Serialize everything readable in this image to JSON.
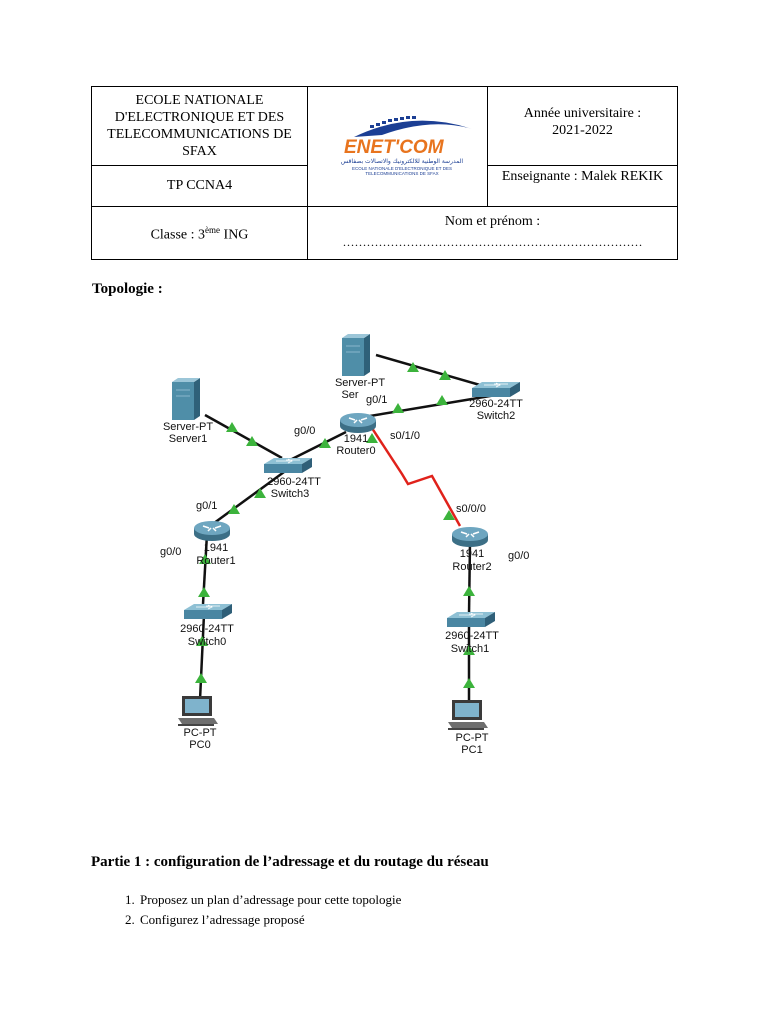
{
  "header": {
    "school": "ECOLE NATIONALE D'ELECTRONIQUE ET DES TELECOMMUNICATIONS DE SFAX",
    "tp": "TP CCNA4",
    "classe_prefix": "Classe : 3",
    "classe_sup": "ème",
    "classe_suffix": " ING",
    "annee_label": "Année universitaire :",
    "annee_value": "2021-2022",
    "enseignante": "Enseignante : Malek REKIK",
    "nom_label": "Nom et prénom :",
    "nom_dots": "…………………………………………………………………",
    "logo": {
      "brand": "ENET'COM",
      "arabic": "المدرسة الوطنية للالكترونيك والاتصالات بصفاقس",
      "line1": "ECOLE NATIONALE D'ELECTRONIQUE ET DES",
      "line2": "TELECOMMUNICATIONS DE SFAX",
      "colors": {
        "blue": "#1c3f94",
        "orange": "#e8741e"
      }
    }
  },
  "topology_title": "Topologie :",
  "topology": {
    "devices": {
      "server_top": {
        "type": "Server-PT",
        "name": "Ser"
      },
      "server1": {
        "type": "Server-PT",
        "name": "Server1"
      },
      "switch2": {
        "type": "2960-24TT",
        "name": "Switch2"
      },
      "router0": {
        "type": "1941",
        "name": "Router0"
      },
      "switch3": {
        "type": "2960-24TT",
        "name": "Switch3"
      },
      "router1": {
        "type": "1941",
        "name": "Router1"
      },
      "switch0": {
        "type": "2960-24TT",
        "name": "Switch0"
      },
      "pc0": {
        "type": "PC-PT",
        "name": "PC0"
      },
      "router2": {
        "type": "1941",
        "name": "Router2"
      },
      "switch1": {
        "type": "2960-24TT",
        "name": "Switch1"
      },
      "pc1": {
        "type": "PC-PT",
        "name": "PC1"
      }
    },
    "interfaces": {
      "r0_g01": "g0/1",
      "r0_g00": "g0/0",
      "r0_s010": "s0/1/0",
      "r1_g01": "g0/1",
      "r1_g00": "g0/0",
      "r2_s000": "s0/0/0",
      "r2_g00": "g0/0"
    },
    "colors": {
      "link": "#111111",
      "serial": "#e0221b",
      "status_up": "#3cb33c",
      "device": "#4f8ea8"
    }
  },
  "partie1_title": "Partie 1 : configuration de l’adressage et du routage du réseau",
  "tasks": [
    "Proposez un plan d’adressage pour cette topologie",
    "Configurez l’adressage proposé"
  ]
}
